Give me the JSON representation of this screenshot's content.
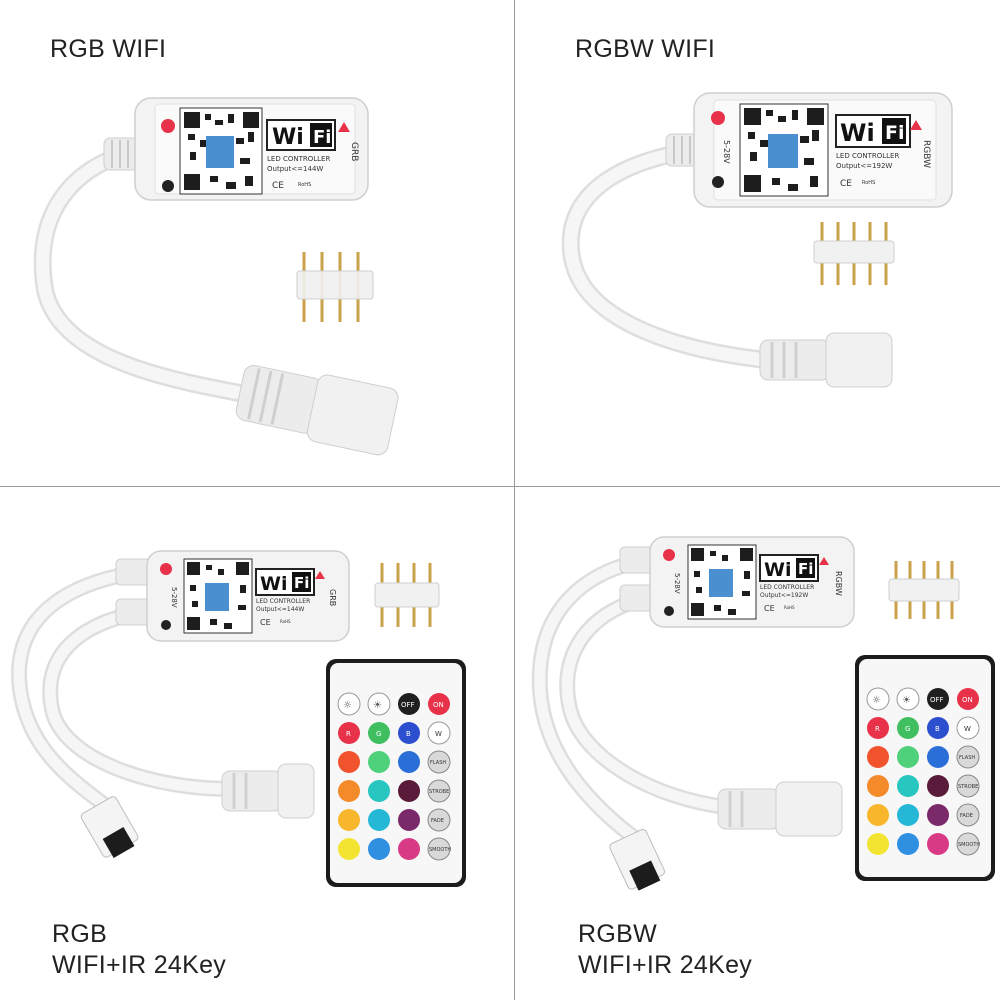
{
  "panels": [
    {
      "caption_line1": "RGB WIFI",
      "caption_line2": "",
      "device": {
        "logo_wi": "Wi",
        "logo_fi": "Fi",
        "controller_label": "LED CONTROLLER",
        "output_label": "Output<=144W",
        "channel_label": "GRB",
        "voltage_label": "",
        "ce_mark": "CE",
        "rohs_mark": "RoHS"
      },
      "connector_pins": 4
    },
    {
      "caption_line1": "RGBW WIFI",
      "caption_line2": "",
      "device": {
        "logo_wi": "Wi",
        "logo_fi": "Fi",
        "controller_label": "LED CONTROLLER",
        "output_label": "Output<=192W",
        "channel_label": "RGBW",
        "voltage_label": "5-28V",
        "ce_mark": "CE",
        "rohs_mark": "RoHS"
      },
      "connector_pins": 5
    },
    {
      "caption_line1": "RGB",
      "caption_line2": "WIFI+IR 24Key",
      "device": {
        "logo_wi": "Wi",
        "logo_fi": "Fi",
        "controller_label": "LED CONTROLLER",
        "output_label": "Output<=144W",
        "channel_label": "GRB",
        "voltage_label": "5-28V",
        "ce_mark": "CE",
        "rohs_mark": "RoHS"
      },
      "connector_pins": 4,
      "remote": {
        "off_label": "OFF",
        "on_label": "ON",
        "r_label": "R",
        "g_label": "G",
        "b_label": "B",
        "w_label": "W",
        "flash_label": "FLASH",
        "strobe_label": "STROBE",
        "fade_label": "FADE",
        "smooth_label": "SMOOTH"
      }
    },
    {
      "caption_line1": "RGBW",
      "caption_line2": "WIFI+IR 24Key",
      "device": {
        "logo_wi": "Wi",
        "logo_fi": "Fi",
        "controller_label": "LED CONTROLLER",
        "output_label": "Output<=192W",
        "channel_label": "RGBW",
        "voltage_label": "5-28V",
        "ce_mark": "CE",
        "rohs_mark": "RoHS"
      },
      "connector_pins": 5,
      "remote": {
        "off_label": "OFF",
        "on_label": "ON",
        "r_label": "R",
        "g_label": "G",
        "b_label": "B",
        "w_label": "W",
        "flash_label": "FLASH",
        "strobe_label": "STROBE",
        "fade_label": "FADE",
        "smooth_label": "SMOOTH"
      }
    }
  ],
  "colors": {
    "background": "#ffffff",
    "device_body": "#f3f3f3",
    "cable": "#f5f5f5",
    "remote_frame": "#1c1c1c",
    "remote_face": "#f7f7f7",
    "pin_gold": "#c9a24a",
    "button_red": "#e8324a",
    "button_green": "#3fbf5f",
    "button_blue": "#2c4fd0"
  }
}
